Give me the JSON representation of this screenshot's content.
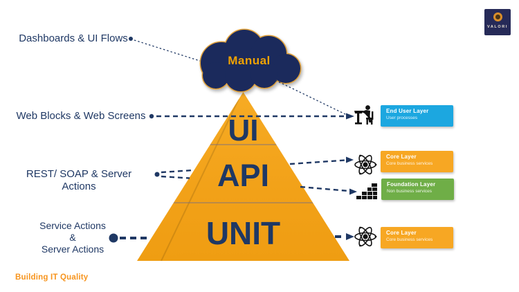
{
  "logo": {
    "brand": "VALORI"
  },
  "cloud": {
    "label": "Manual"
  },
  "pyramid": {
    "levels": [
      "UI",
      "API",
      "UNIT"
    ]
  },
  "left_labels": {
    "dashboards": "Dashboards & UI Flows",
    "web_blocks": "Web Blocks & Web Screens",
    "rest_soap": "REST/ SOAP & Server Actions",
    "service_line1": "Service Actions",
    "service_amp": "&",
    "service_line2": "Server Actions"
  },
  "badges": [
    {
      "title": "End User Layer",
      "subtitle": "User processes",
      "color": "#1CA7E0",
      "icon": "person-desk-icon"
    },
    {
      "title": "Core Layer",
      "subtitle": "Core business services",
      "color": "#F7A723",
      "icon": "atom-icon"
    },
    {
      "title": "Foundation Layer",
      "subtitle": "Non business services",
      "color": "#6FAE47",
      "icon": "bricks-icon"
    },
    {
      "title": "Core Layer",
      "subtitle": "Core business services",
      "color": "#F7A723",
      "icon": "atom-icon"
    }
  ],
  "footer": {
    "tagline": "Building IT Quality"
  },
  "colors": {
    "navy_text": "#1F3864",
    "cloud_navy": "#1B2A5C",
    "pyramid_orange": "#F2A118",
    "cloud_outline_orange": "#E1A23C",
    "tagline_orange": "#F7941D",
    "badge_cyan": "#1CA7E0",
    "badge_orange": "#F7A723",
    "badge_green": "#6FAE47"
  }
}
